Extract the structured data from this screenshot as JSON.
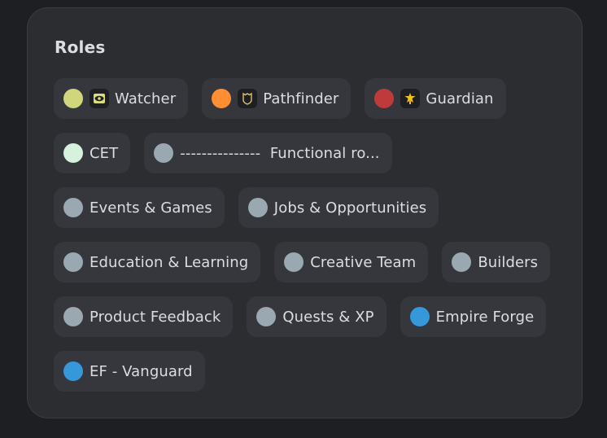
{
  "title": "Roles",
  "roles": [
    {
      "label": "Watcher",
      "color": "#cfd67c",
      "icon": "eye-icon"
    },
    {
      "label": "Pathfinder",
      "color": "#ff8f32",
      "icon": "shield-icon"
    },
    {
      "label": "Guardian",
      "color": "#bf3a3a",
      "icon": "crest-icon"
    },
    {
      "label": "CET",
      "color": "#d6f2dd"
    },
    {
      "label": "---------------  Functional ro...",
      "color": "#9aa8b1"
    },
    {
      "label": "Events & Games",
      "color": "#9aa8b1"
    },
    {
      "label": "Jobs & Opportunities",
      "color": "#9aa8b1"
    },
    {
      "label": "Education & Learning",
      "color": "#9aa8b1"
    },
    {
      "label": "Creative Team",
      "color": "#9aa8b1"
    },
    {
      "label": "Builders",
      "color": "#9aa8b1"
    },
    {
      "label": "Product Feedback",
      "color": "#9aa8b1"
    },
    {
      "label": "Quests & XP",
      "color": "#9aa8b1"
    },
    {
      "label": "Empire Forge",
      "color": "#3498db"
    },
    {
      "label": "EF - Vanguard",
      "color": "#3498db"
    }
  ]
}
